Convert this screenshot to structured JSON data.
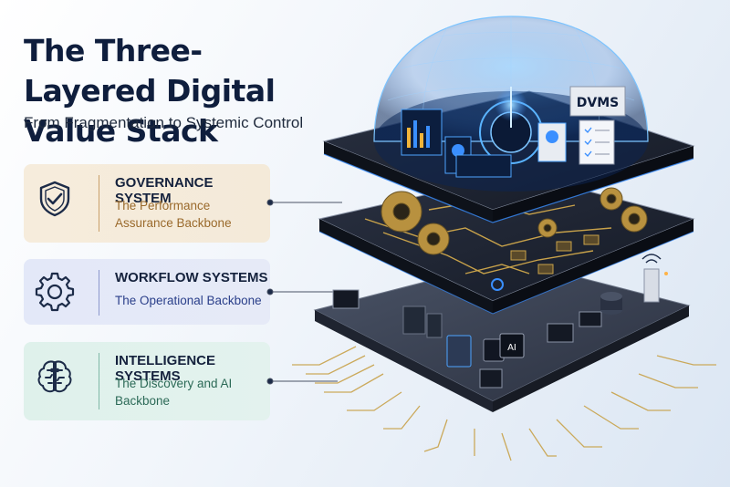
{
  "title": "The Three-Layered Digital Value Stack",
  "subtitle": "From Fragmentation to Systemic Control",
  "layers": [
    {
      "title": "GOVERNANCE SYSTEM",
      "subtitle": "The Performance Assurance Backbone",
      "icon": "shield-check-icon",
      "accent": "#c9a06a"
    },
    {
      "title": "WORKFLOW SYSTEMS",
      "subtitle": "The Operational Backbone",
      "icon": "gear-icon",
      "accent": "#2a3f8a"
    },
    {
      "title": "INTELLIGENCE SYSTEMS",
      "subtitle": "The Discovery and AI Backbone",
      "icon": "brain-icon",
      "accent": "#2c6a57"
    }
  ],
  "illustration": {
    "dome_label": "DVMS",
    "chip_label": "AI"
  }
}
